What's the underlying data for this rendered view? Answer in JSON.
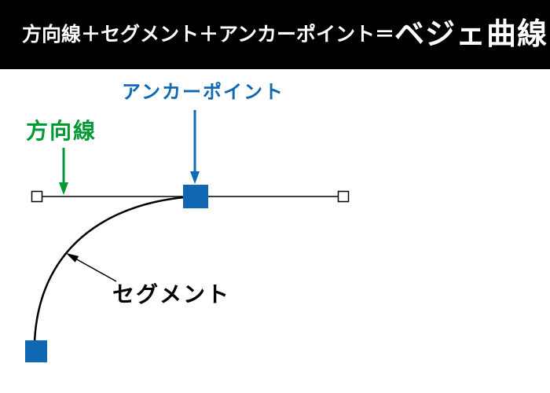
{
  "banner": {
    "formula_text": "方向線＋セグメント＋アンカーポイント＝",
    "result_text": "ベジェ曲線"
  },
  "diagram": {
    "labels": {
      "anchor_point": "アンカーポイント",
      "direction_line": "方向線",
      "segment": "セグメント"
    }
  },
  "colors": {
    "banner_bg": "#000000",
    "banner_text": "#ffffff",
    "blue": "#1068b3",
    "green": "#009933",
    "line_black": "#000000",
    "background": "#ffffff"
  }
}
